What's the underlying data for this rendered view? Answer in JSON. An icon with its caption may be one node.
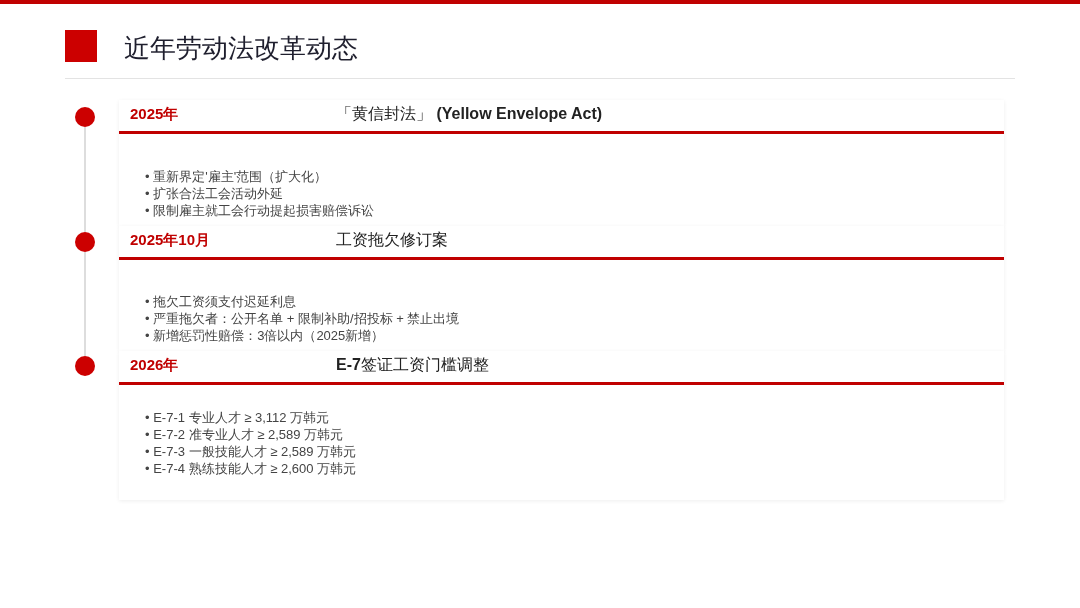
{
  "diagram": {
    "title": "近年劳动法改革动态",
    "nodes": [
      {
        "text": [],
        "shape": "circle"
      },
      {
        "text": [
          "2025年",
          "「黄信封法」 **(Yellow Envelope Act)**",
          "• 重新界定'雇主'范围（扩大化）",
          "• 扩张合法工会活动外延",
          "• 限制雇主就工会行动提起损害赔偿诉讼"
        ]
      },
      {
        "text": [],
        "shape": "circle"
      },
      {
        "text": [
          "2025年10月",
          "工资拖欠修订案",
          "• 拖欠工资须支付迟延利息",
          "• 严重拖欠者：公开名单 + 限制补助/招投标 + 禁止出境",
          "• 新增惩罚性赔偿：3倍以内（2025新增）"
        ]
      },
      {
        "text": [],
        "shape": "circle"
      },
      {
        "text": [
          "2026年",
          "**E-7**签证工资门槛调整",
          "• E-7-1 专业人才 ≥ 3,112 万韩元",
          "• E-7-2 准专业人才 ≥ 2,589 万韩元",
          "• E-7-3 一般技能人才 ≥ 2,589 万韩元",
          "• E-7-4 熟练技能人才 ≥ 2,600 万韩元"
        ]
      }
    ],
    "edges": [
      {
        "from": 0,
        "to": 2,
        "arrow": "none"
      },
      {
        "from": 2,
        "to": 4,
        "arrow": "none"
      }
    ]
  }
}
